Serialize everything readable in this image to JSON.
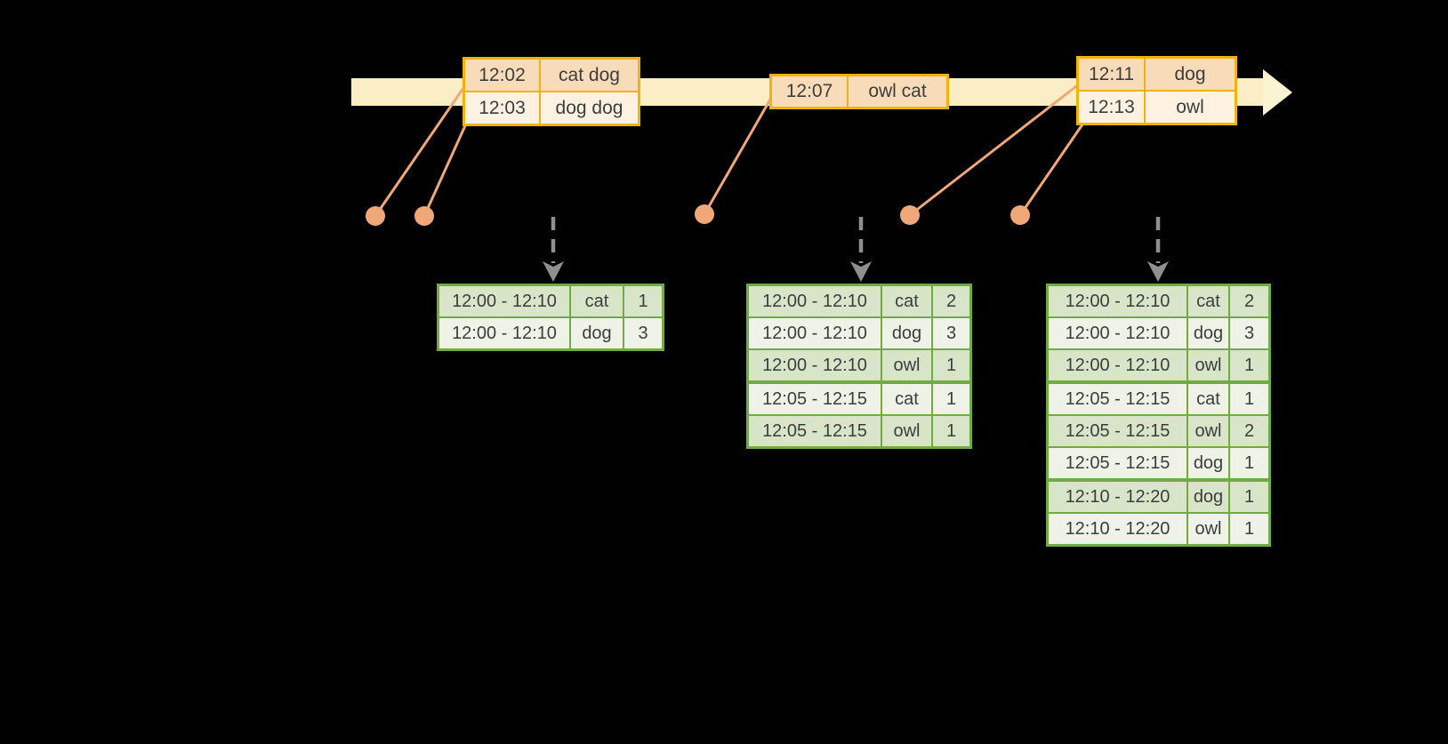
{
  "colors": {
    "background": "#000000",
    "timeline_band": "#fbeec6",
    "timeline_arrowhead": "#fcf3d2",
    "event_table_border": "#f2b20c",
    "event_row_dark": "#f8dcba",
    "event_row_light": "#fdf2e2",
    "event_marker_orange": "#f0a878",
    "result_table_border": "#72ab44",
    "result_row_green": "#d8e5c9",
    "result_row_light": "#eef2e7",
    "trigger_arrow_gray": "#8f8f8f",
    "text": "#3d3d3d"
  },
  "icons": {
    "timeline_arrowhead": "right-arrow-icon",
    "trigger_arrow": "dashed-down-arrow-icon",
    "event_marker": "dot-icon"
  },
  "event_tables": [
    {
      "rows": [
        {
          "time": "12:02",
          "words": "cat dog"
        },
        {
          "time": "12:03",
          "words": "dog dog"
        }
      ]
    },
    {
      "rows": [
        {
          "time": "12:07",
          "words": "owl cat"
        }
      ]
    },
    {
      "rows": [
        {
          "time": "12:11",
          "words": "dog"
        },
        {
          "time": "12:13",
          "words": "owl"
        }
      ]
    }
  ],
  "result_tables": [
    {
      "rows": [
        {
          "window": "12:00 - 12:10",
          "word": "cat",
          "count": "1"
        },
        {
          "window": "12:00 - 12:10",
          "word": "dog",
          "count": "3"
        }
      ]
    },
    {
      "rows": [
        {
          "window": "12:00 - 12:10",
          "word": "cat",
          "count": "2"
        },
        {
          "window": "12:00 - 12:10",
          "word": "dog",
          "count": "3"
        },
        {
          "window": "12:00 - 12:10",
          "word": "owl",
          "count": "1"
        },
        {
          "window": "12:05 - 12:15",
          "word": "cat",
          "count": "1"
        },
        {
          "window": "12:05 - 12:15",
          "word": "owl",
          "count": "1"
        }
      ]
    },
    {
      "rows": [
        {
          "window": "12:00 - 12:10",
          "word": "cat",
          "count": "2"
        },
        {
          "window": "12:00 - 12:10",
          "word": "dog",
          "count": "3"
        },
        {
          "window": "12:00 - 12:10",
          "word": "owl",
          "count": "1"
        },
        {
          "window": "12:05 - 12:15",
          "word": "cat",
          "count": "1"
        },
        {
          "window": "12:05 - 12:15",
          "word": "owl",
          "count": "2"
        },
        {
          "window": "12:05 - 12:15",
          "word": "dog",
          "count": "1"
        },
        {
          "window": "12:10 - 12:20",
          "word": "dog",
          "count": "1"
        },
        {
          "window": "12:10 - 12:20",
          "word": "owl",
          "count": "1"
        }
      ]
    }
  ]
}
